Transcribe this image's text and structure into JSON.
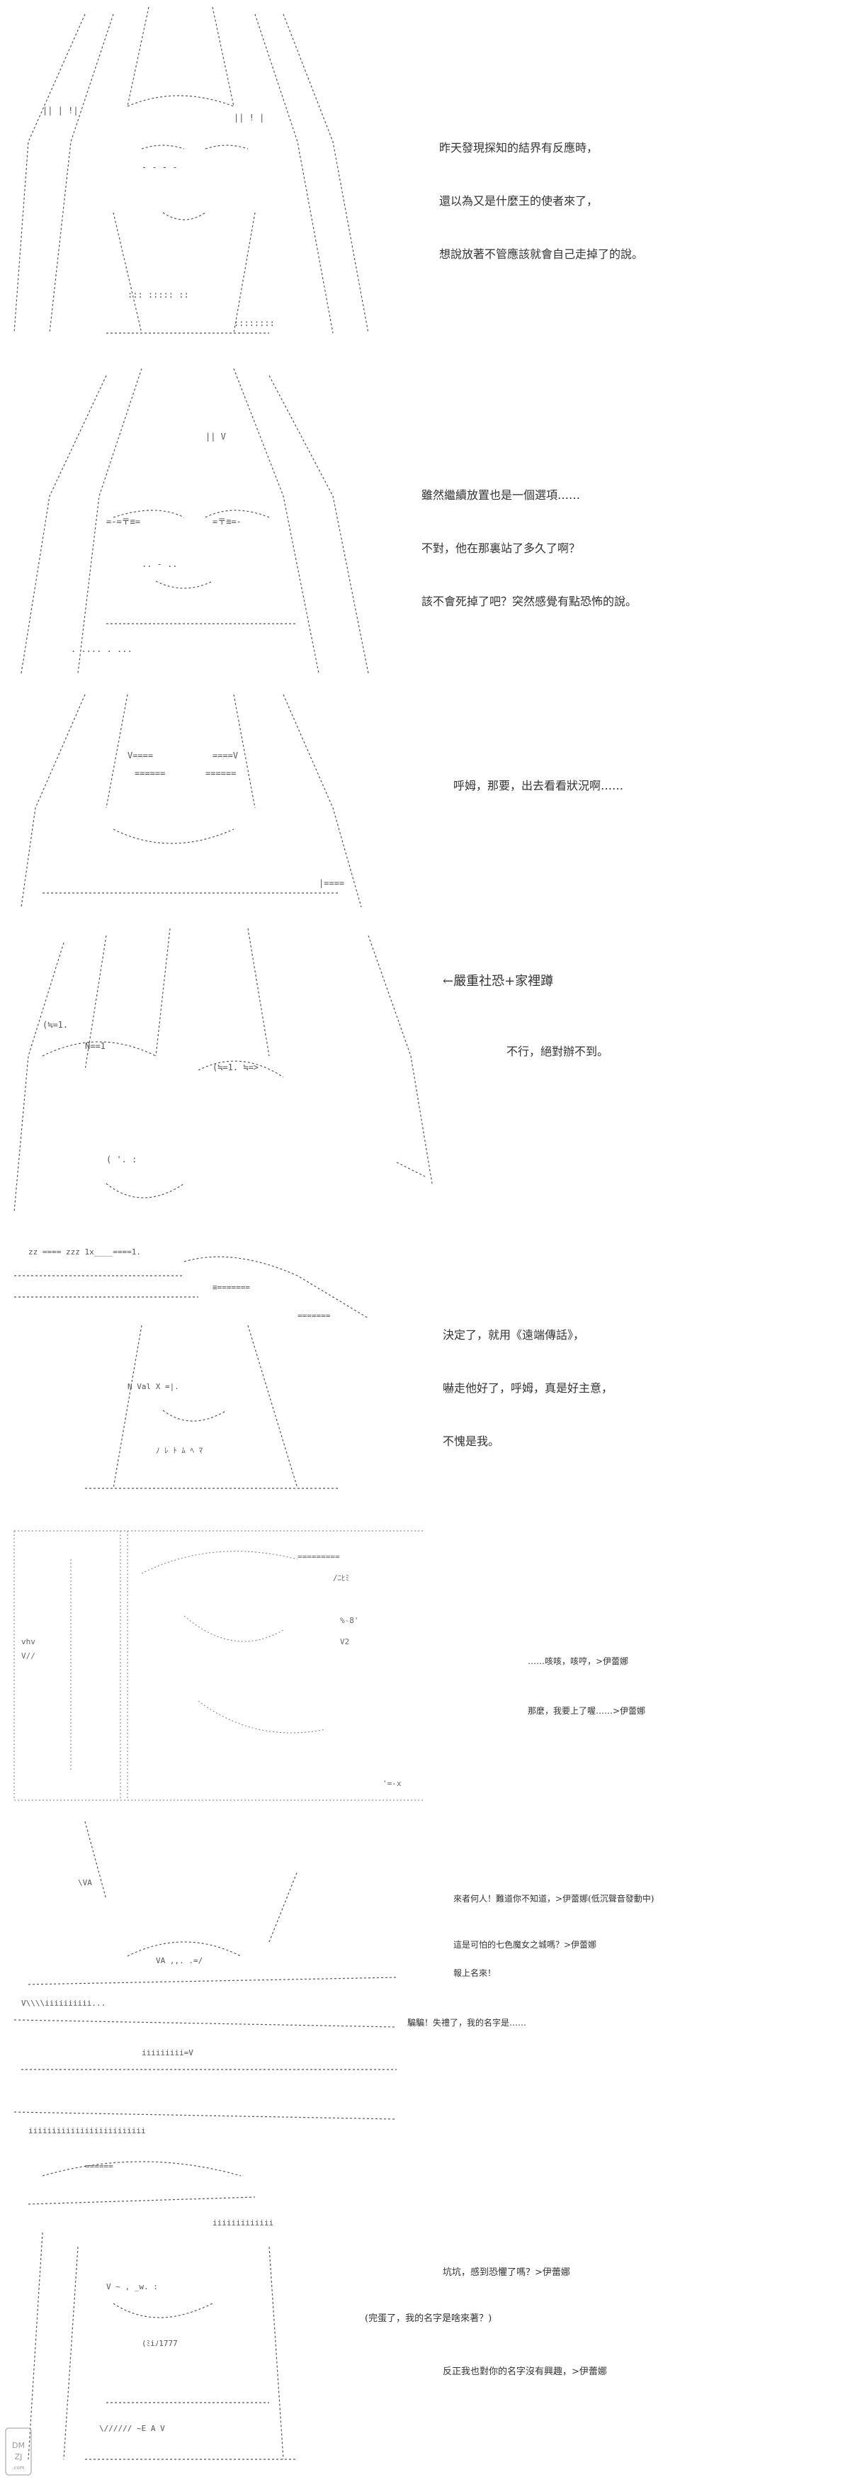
{
  "panels": [
    {
      "lines": [
        "昨天發現探知的結界有反應時，",
        "還以為又是什麼王的使者來了，",
        "想說放著不管應該就會自己走掉了的說。"
      ]
    },
    {
      "lines": [
        "雖然繼續放置也是一個選項……",
        "不對，他在那裏站了多久了啊？",
        "該不會死掉了吧？突然感覺有點恐怖的說。"
      ]
    },
    {
      "lines": [
        "呼姆，那要，出去看看狀況啊……"
      ]
    },
    {
      "note": "←嚴重社恐+家裡蹲",
      "lines": [
        "不行，絕對辦不到。"
      ]
    },
    {
      "lines": [
        "決定了，就用《遠端傳話》，",
        "嚇走他好了，呼姆，真是好主意，",
        "不愧是我。"
      ]
    },
    {
      "lines": [
        "……咳咳，咳哼，>伊蕾娜",
        "那麼，我要上了喔……>伊蕾娜"
      ]
    },
    {
      "lines": [
        "來者何人！難道你不知道，>伊蕾娜(低沉聲音發動中)",
        "這是可怕的七色魔女之城嗎？>伊蕾娜",
        "報上名來！",
        "騙騙！失禮了，我的名字是……"
      ]
    },
    {
      "lines": [
        "坑坑，感到恐懼了嗎？>伊蕾娜",
        "(完蛋了，我的名字是啥來著？)",
        "反正我也對你的名字沒有興趣，>伊蕾娜"
      ]
    }
  ],
  "watermark": "DMZJ.com",
  "colors": {
    "ink": "#333333",
    "paper": "#ffffff"
  }
}
